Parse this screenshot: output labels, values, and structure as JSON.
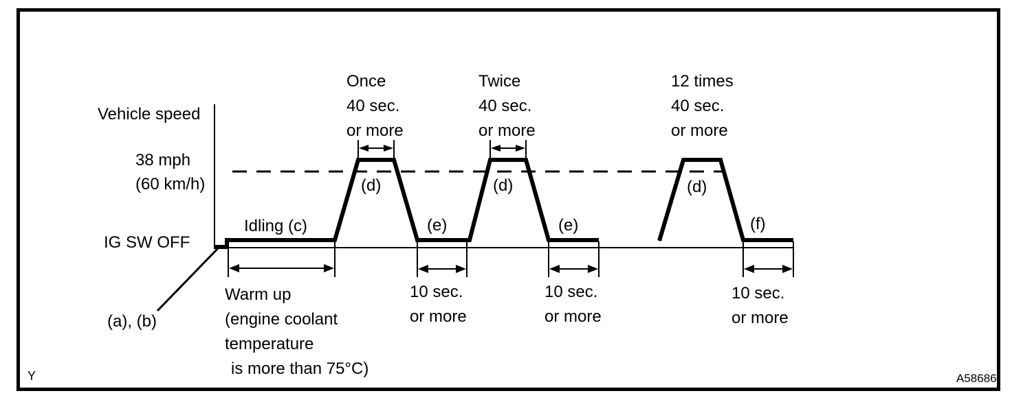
{
  "figure": {
    "corner_mark": "Y",
    "figure_code": "A58686"
  },
  "axis": {
    "y_label": "Vehicle speed",
    "threshold_mph": "38 mph",
    "threshold_kmh": "(60 km/h)",
    "origin_label": "IG SW OFF"
  },
  "phases": {
    "start_steps": "(a), (b)",
    "idling": "Idling (c)",
    "drive": "(d)",
    "idle_between": "(e)",
    "idle_final": "(f)"
  },
  "pulse_annotations": {
    "first": {
      "count": "Once",
      "duration": "40 sec.",
      "qualifier": "or more"
    },
    "second": {
      "count": "Twice",
      "duration": "40 sec.",
      "qualifier": "or more"
    },
    "third": {
      "count": "12 times",
      "duration": "40 sec.",
      "qualifier": "or more"
    }
  },
  "durations": {
    "idle_gap": {
      "value": "10 sec.",
      "qualifier": "or more"
    }
  },
  "warm_up": {
    "line1": "Warm up",
    "line2": "(engine coolant",
    "line3": "temperature",
    "line4": "is more than 75°C)"
  }
}
